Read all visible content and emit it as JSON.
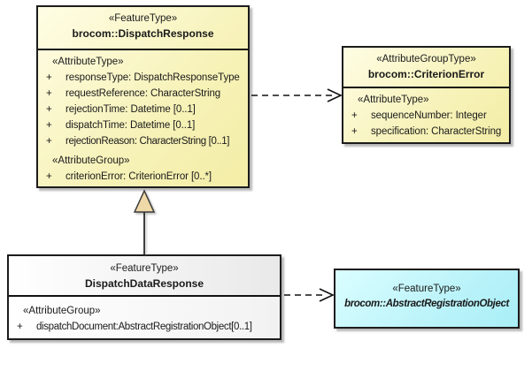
{
  "diagram": {
    "classes": {
      "dispatch_response": {
        "stereotype": "«FeatureType»",
        "name": "brocom::DispatchResponse",
        "sections": [
          {
            "heading": "«AttributeType»",
            "items": [
              {
                "vis": "+",
                "text": "responseType: DispatchResponseType"
              },
              {
                "vis": "+",
                "text": "requestReference: CharacterString"
              },
              {
                "vis": "+",
                "text": "rejectionTime: Datetime [0..1]"
              },
              {
                "vis": "+",
                "text": "dispatchTime: Datetime [0..1]"
              },
              {
                "vis": "+",
                "text": "rejectionReason: CharacterString [0..1]"
              }
            ]
          },
          {
            "heading": "«AttributeGroup»",
            "items": [
              {
                "vis": "+",
                "text": "criterionError: CriterionError [0..*]"
              }
            ]
          }
        ]
      },
      "criterion_error": {
        "stereotype": "«AttributeGroupType»",
        "name": "brocom::CriterionError",
        "sections": [
          {
            "heading": "«AttributeType»",
            "items": [
              {
                "vis": "+",
                "text": "sequenceNumber: Integer"
              },
              {
                "vis": "+",
                "text": "specification: CharacterString"
              }
            ]
          }
        ]
      },
      "dispatch_data_response": {
        "stereotype": "«FeatureType»",
        "name": "DispatchDataResponse",
        "sections": [
          {
            "heading": "«AttributeGroup»",
            "items": [
              {
                "vis": "+",
                "text": "dispatchDocument:AbstractRegistrationObject[0..1]"
              }
            ]
          }
        ]
      },
      "abstract_registration_object": {
        "stereotype": "«FeatureType»",
        "name": "brocom::AbstractRegistrationObject"
      }
    },
    "connectors": [
      {
        "type": "dependency",
        "from": "brocom::DispatchResponse",
        "to": "brocom::CriterionError"
      },
      {
        "type": "generalization",
        "from": "DispatchDataResponse",
        "to": "brocom::DispatchResponse"
      },
      {
        "type": "dependency",
        "from": "DispatchDataResponse",
        "to": "brocom::AbstractRegistrationObject"
      }
    ],
    "colors": {
      "class_fill": "#F5F0AE",
      "class_fill_light": "#FEFDE4",
      "neutral_fill": "#FFFFFF",
      "neutral_fill_dark": "#E9E9E9",
      "highlight_fill": "#A9EEF6",
      "highlight_fill_light": "#DAFEFF",
      "border": "#1C1C1C",
      "generalization_arrow_fill": "#F0D9A8"
    }
  }
}
